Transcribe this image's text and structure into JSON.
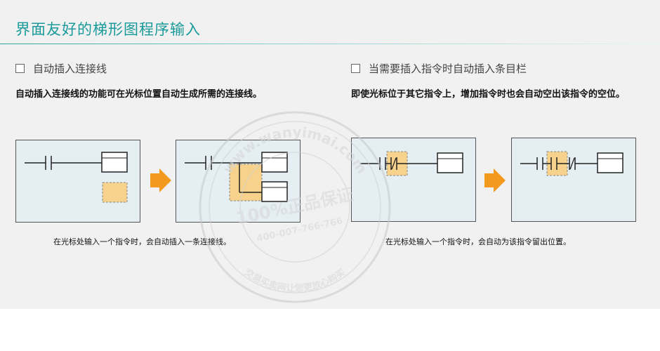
{
  "page_title": "界面友好的梯形图程序输入",
  "sections": [
    {
      "heading": "自动插入连接线",
      "description": "自动插入连接线的功能可在光标位置自动生成所需的连接线。",
      "caption": "在光标处输入一个指令时，会自动插入一条连接线。"
    },
    {
      "heading": "当需要插入指令时自动插入条目栏",
      "description": "即使光标位于其它指令上，增加指令时也会自动空出该指令的空位。",
      "caption": "在光标处输入一个指令时，会自动为该指令留出位置。"
    }
  ],
  "watermark": {
    "top_text": "www.wanyimai.com",
    "center_text": "100%正品保证",
    "phone": "400-007-766-766",
    "bottom_text": "交易买卖网让您更放心购买"
  },
  "colors": {
    "title": "#1a9a9a",
    "arrow": "#f39a1e",
    "cursor_fill": "#f7d28c",
    "diagram_bg": "#e4eef3"
  }
}
